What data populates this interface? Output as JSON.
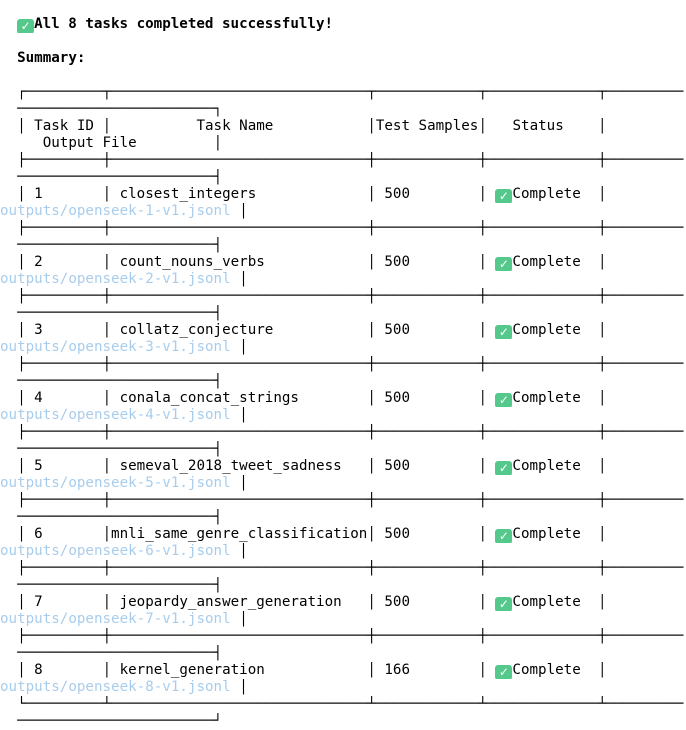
{
  "message": {
    "text": "All 8 tasks completed successfully!"
  },
  "summary_label": "Summary:",
  "table": {
    "columns": [
      "Task ID",
      "Task Name",
      "Test Samples",
      "Status",
      "Output File"
    ],
    "rows": [
      {
        "task_id": "1",
        "task_name": "closest_integers",
        "test_samples": "500",
        "status": "Complete",
        "output_file": "outputs/openseek-1-v1.jsonl"
      },
      {
        "task_id": "2",
        "task_name": "count_nouns_verbs",
        "test_samples": "500",
        "status": "Complete",
        "output_file": "outputs/openseek-2-v1.jsonl"
      },
      {
        "task_id": "3",
        "task_name": "collatz_conjecture",
        "test_samples": "500",
        "status": "Complete",
        "output_file": "outputs/openseek-3-v1.jsonl"
      },
      {
        "task_id": "4",
        "task_name": "conala_concat_strings",
        "test_samples": "500",
        "status": "Complete",
        "output_file": "outputs/openseek-4-v1.jsonl"
      },
      {
        "task_id": "5",
        "task_name": "semeval_2018_tweet_sadness",
        "test_samples": "500",
        "status": "Complete",
        "output_file": "outputs/openseek-5-v1.jsonl"
      },
      {
        "task_id": "6",
        "task_name": "mnli_same_genre_classification",
        "test_samples": "500",
        "status": "Complete",
        "output_file": "outputs/openseek-6-v1.jsonl"
      },
      {
        "task_id": "7",
        "task_name": "jeopardy_answer_generation",
        "test_samples": "500",
        "status": "Complete",
        "output_file": "outputs/openseek-7-v1.jsonl"
      },
      {
        "task_id": "8",
        "task_name": "kernel_generation",
        "test_samples": "166",
        "status": "Complete",
        "output_file": "outputs/openseek-8-v1.jsonl"
      }
    ]
  },
  "colors": {
    "check_green": "#55c88c",
    "path_blue": "#a8cdec",
    "text": "#000000",
    "background": "#ffffff"
  }
}
